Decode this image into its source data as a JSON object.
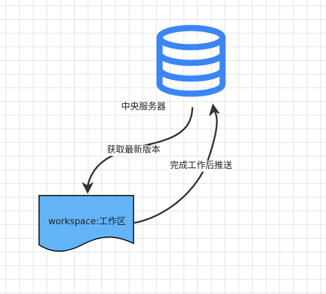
{
  "diagram": {
    "nodes": [
      {
        "id": "server",
        "label": "中央服务器",
        "shape": "database-icon"
      },
      {
        "id": "workspace",
        "label": "workspace:工作区",
        "shape": "document"
      }
    ],
    "edges": [
      {
        "from": "server",
        "to": "workspace",
        "label": "获取最新版本"
      },
      {
        "from": "workspace",
        "to": "server",
        "label": "完成工作后推送"
      }
    ]
  },
  "colors": {
    "database_icon": "#3b86f5",
    "document_fill": "#62b4f6",
    "document_stroke": "#000000",
    "arrow": "#333333",
    "grid": "#e4e4e4"
  }
}
